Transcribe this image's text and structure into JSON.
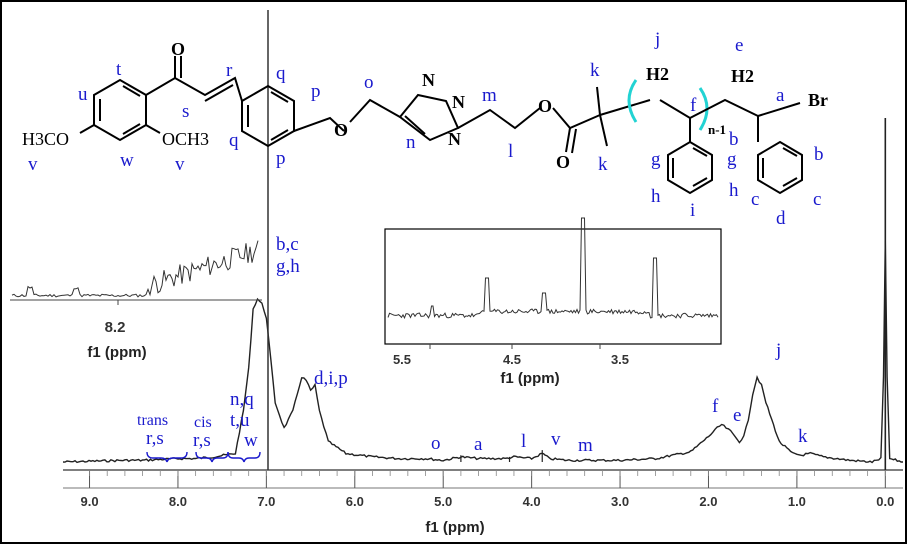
{
  "chart_data": {
    "type": "line",
    "title": "",
    "xlabel": "f1 (ppm)",
    "ylabel": "",
    "xlim": [
      9.3,
      -0.2
    ],
    "x_ticks": [
      "9.0",
      "8.0",
      "7.0",
      "6.0",
      "5.0",
      "4.0",
      "3.0",
      "2.0",
      "1.0",
      "0.0"
    ],
    "series": [
      {
        "x": [
          9.3,
          8.6,
          8.4,
          8.0,
          7.8,
          7.6,
          7.35,
          7.26,
          7.2,
          7.15,
          7.1,
          7.05,
          7.0,
          6.95,
          6.9,
          6.8,
          6.7,
          6.6,
          6.55,
          6.5,
          6.45,
          6.4,
          6.3,
          6.1,
          5.8,
          5.5,
          5.2,
          5.0,
          4.8,
          4.6,
          4.3,
          4.2,
          4.0,
          3.88,
          3.85,
          3.8,
          3.6,
          3.3,
          3.0,
          2.6,
          2.2,
          2.0,
          1.9,
          1.85,
          1.75,
          1.65,
          1.6,
          1.55,
          1.5,
          1.45,
          1.4,
          1.35,
          1.2,
          1.05,
          0.95,
          0.85,
          0.7,
          0.4,
          0.15,
          0.05,
          0.02,
          0.0,
          -0.02,
          -0.05,
          -0.2
        ],
        "y": [
          0.0,
          0.01,
          0.01,
          0.02,
          0.02,
          0.03,
          0.05,
          0.3,
          0.55,
          0.9,
          0.96,
          0.93,
          0.85,
          0.6,
          0.35,
          0.2,
          0.3,
          0.5,
          0.48,
          0.42,
          0.45,
          0.3,
          0.12,
          0.05,
          0.03,
          0.02,
          0.02,
          0.01,
          0.03,
          0.02,
          0.02,
          0.03,
          0.02,
          0.05,
          0.04,
          0.02,
          0.01,
          0.01,
          0.01,
          0.02,
          0.06,
          0.15,
          0.2,
          0.22,
          0.18,
          0.12,
          0.15,
          0.25,
          0.4,
          0.5,
          0.45,
          0.35,
          0.12,
          0.05,
          0.04,
          0.05,
          0.03,
          0.01,
          0.0,
          0.02,
          0.5,
          1.3,
          0.5,
          0.02,
          0.0
        ]
      }
    ],
    "peak_labels": [
      {
        "text": "b,c",
        "x": 6.7,
        "y": 0.0
      },
      {
        "text": "g,h",
        "x": 6.7,
        "y": 0.0
      },
      {
        "text": "d,i,p",
        "x": 6.35,
        "y": 0.0
      },
      {
        "text": "n,q",
        "x": 7.55,
        "y": 0.0
      },
      {
        "text": "t,u",
        "x": 7.55,
        "y": 0.0
      },
      {
        "text": "w",
        "x": 7.55,
        "y": 0.0
      },
      {
        "text": "trans",
        "x": 8.4,
        "y": 0.0
      },
      {
        "text": "r,s",
        "x": 8.4,
        "y": 0.0
      },
      {
        "text": "cis",
        "x": 7.95,
        "y": 0.0
      },
      {
        "text": "r,s",
        "x": 7.95,
        "y": 0.0
      },
      {
        "text": "o",
        "x": 5.2,
        "y": 0.0
      },
      {
        "text": "a",
        "x": 4.8,
        "y": 0.0
      },
      {
        "text": "l",
        "x": 4.25,
        "y": 0.0
      },
      {
        "text": "v",
        "x": 3.85,
        "y": 0.0
      },
      {
        "text": "m",
        "x": 3.5,
        "y": 0.0
      },
      {
        "text": "f",
        "x": 1.9,
        "y": 0.0
      },
      {
        "text": "e",
        "x": 1.7,
        "y": 0.0
      },
      {
        "text": "j",
        "x": 1.4,
        "y": 0.0
      },
      {
        "text": "k",
        "x": 0.9,
        "y": 0.0
      }
    ],
    "insets": [
      {
        "xlabel": "f1 (ppm)",
        "x_ticks": [
          "8.2"
        ]
      },
      {
        "xlabel": "f1 (ppm)",
        "x_ticks": [
          "5.5",
          "4.5",
          "3.5"
        ]
      }
    ]
  },
  "structure": {
    "groups": [
      "H3CO",
      "OCH3",
      "O",
      "O",
      "N",
      "N",
      "N",
      "O",
      "O",
      "H2",
      "H2",
      "Br",
      "n-1"
    ],
    "labels": [
      "u",
      "t",
      "s",
      "r",
      "q",
      "q",
      "p",
      "p",
      "o",
      "m",
      "l",
      "n",
      "k",
      "k",
      "j",
      "e",
      "f",
      "a",
      "b",
      "g",
      "g",
      "b",
      "h",
      "i",
      "h",
      "c",
      "d",
      "c",
      "w",
      "v",
      "v"
    ]
  }
}
